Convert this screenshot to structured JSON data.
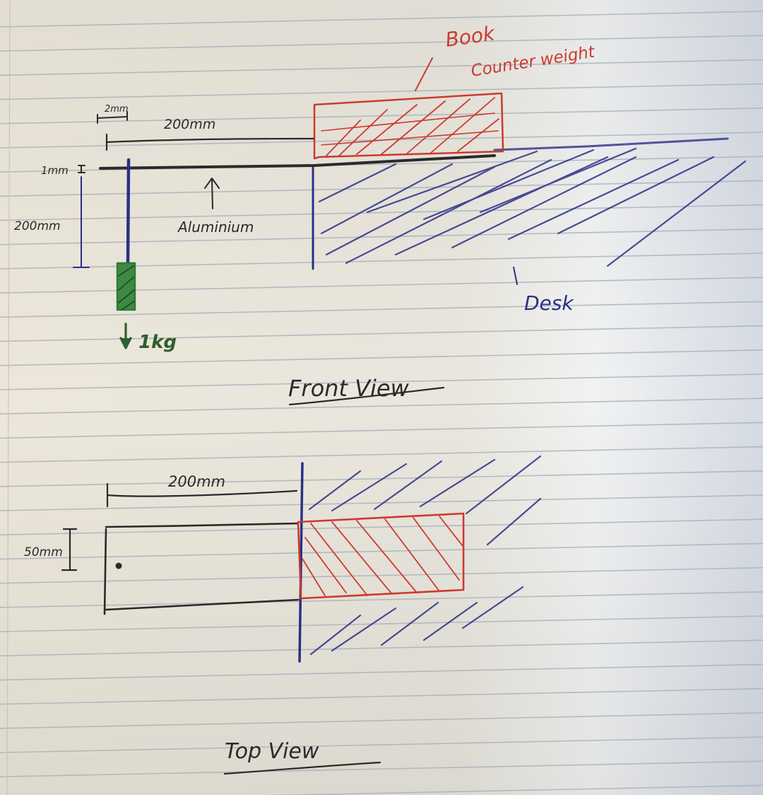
{
  "colors": {
    "paper": "#ebe7dc",
    "rule": "#a9b3bd",
    "pen_black": "#2a2a2a",
    "pen_blue": "#2b2f86",
    "pen_red": "#cc3a2e",
    "pen_green": "#2f7d32"
  },
  "front_view": {
    "title": "Front View",
    "labels": {
      "book_line1": "Book",
      "book_line2": "Counter weight",
      "beam_thickness": "2mm",
      "span": "200mm",
      "plate_thickness": "1mm",
      "hang_length": "200mm",
      "material": "Aluminium",
      "load": "1kg",
      "desk": "Desk"
    }
  },
  "top_view": {
    "title": "Top View",
    "labels": {
      "span": "200mm",
      "width": "50mm"
    }
  }
}
